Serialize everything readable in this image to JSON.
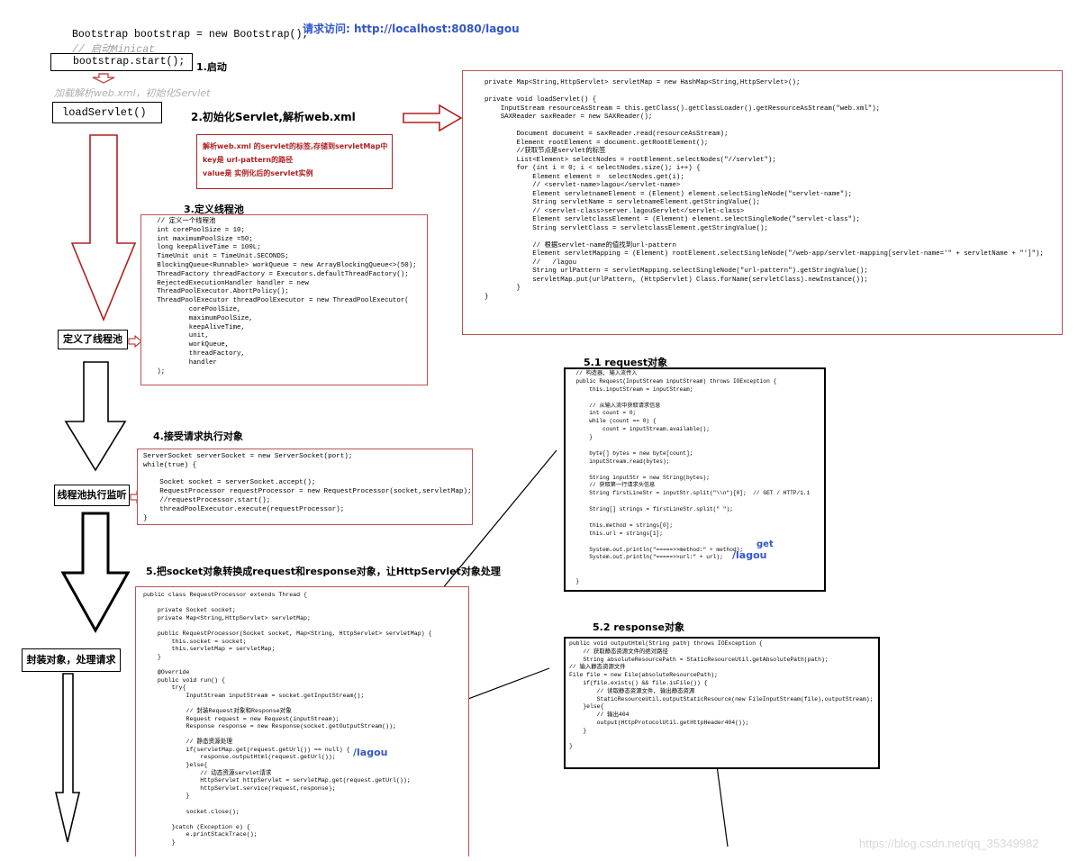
{
  "top_code": {
    "line1": "Bootstrap bootstrap = new Bootstrap();",
    "comment": "// 启动Minicat",
    "start_call": "bootstrap.start();"
  },
  "request_url": "请求访问: http://localhost:8080/lagou",
  "steps": {
    "s1": "1.启动",
    "s2": "2.初始化Servlet,解析web.xml",
    "s3": "3.定义线程池",
    "s4": "4.接受请求执行对象",
    "s5": "5.把socket对象转换成request和response对象，让HttpServlet对象处理",
    "s51": "5.1  request对象",
    "s52": "5.2  response对象"
  },
  "notes": {
    "load_note": "加载解析web.xml，初始化Servlet",
    "lagou1": "/lagou",
    "lagou2": "/lagou",
    "get": "get",
    "watermark": "https://blog.csdn.net/qq_35349982"
  },
  "flow_boxes": {
    "load_servlet": "loadServlet()",
    "thread_pool": "定义了线程池",
    "listen": "线程池执行监听",
    "wrap": "封装对象，处理请求"
  },
  "explain_box": [
    "解析web.xml 的servlet的标签,存储到servletMap中",
    "key是 url-pattern的路径",
    "value是 实例化后的servlet实例"
  ],
  "code_blocks": {
    "load_servlet": [
      "private Map<String,HttpServlet> servletMap = new HashMap<String,HttpServlet>();",
      "",
      "private void loadServlet() {",
      "    InputStream resourceAsStream = this.getClass().getClassLoader().getResourceAsStream(\"web.xml\");",
      "    SAXReader saxReader = new SAXReader();",
      "",
      "        Document document = saxReader.read(resourceAsStream);",
      "        Element rootElement = document.getRootElement();",
      "        //获取节点是servlet的标签",
      "        List<Element> selectNodes = rootElement.selectNodes(\"//servlet\");",
      "        for (int i = 0; i < selectNodes.size(); i++) {",
      "            Element element =  selectNodes.get(i);",
      "            // <servlet-name>lagou</servlet-name>",
      "            Element servletnameElement = (Element) element.selectSingleNode(\"servlet-name\");",
      "            String servletName = servletnameElement.getStringValue();",
      "            // <servlet-class>server.lagouServlet</servlet-class>",
      "            Element servletclassElement = (Element) element.selectSingleNode(\"servlet-class\");",
      "            String servletClass = servletclassElement.getStringValue();",
      "",
      "            // 根据servlet-name的值找到url-pattern",
      "            Element servletMapping = (Element) rootElement.selectSingleNode(\"/web-app/servlet-mapping[servlet-name='\" + servletName + \"']\");",
      "            //   /lagou",
      "            String urlPattern = servletMapping.selectSingleNode(\"url-pattern\").getStringValue();",
      "            servletMap.put(urlPattern, (HttpServlet) Class.forName(servletClass).newInstance());",
      "        }",
      "}"
    ],
    "thread_pool": [
      "   // 定义一个线程池",
      "   int corePoolSize = 10;",
      "   int maximumPoolSize =50;",
      "   long keepAliveTime = 100L;",
      "   TimeUnit unit = TimeUnit.SECONDS;",
      "   BlockingQueue<Runnable> workQueue = new ArrayBlockingQueue<>(50);",
      "   ThreadFactory threadFactory = Executors.defaultThreadFactory();",
      "   RejectedExecutionHandler handler = new",
      "   ThreadPoolExecutor.AbortPolicy();",
      "   ThreadPoolExecutor threadPoolExecutor = new ThreadPoolExecutor(",
      "           corePoolSize,",
      "           maximumPoolSize,",
      "           keepAliveTime,",
      "           unit,",
      "           workQueue,",
      "           threadFactory,",
      "           handler",
      "   );"
    ],
    "server_socket": [
      "ServerSocket serverSocket = new ServerSocket(port);",
      "while(true) {",
      "",
      "    Socket socket = serverSocket.accept();",
      "    RequestProcessor requestProcessor = new RequestProcessor(socket,servletMap);",
      "    //requestProcessor.start();",
      "    threadPoolExecutor.execute(requestProcessor);",
      "}"
    ],
    "request_processor": [
      "public class RequestProcessor extends Thread {",
      "",
      "    private Socket socket;",
      "    private Map<String,HttpServlet> servletMap;",
      "",
      "    public RequestProcessor(Socket socket, Map<String, HttpServlet> servletMap) {",
      "        this.socket = socket;",
      "        this.servletMap = servletMap;",
      "    }",
      "",
      "    @Override",
      "    public void run() {",
      "        try{",
      "            InputStream inputStream = socket.getInputStream();",
      "",
      "            // 封装Request对象和Response对象",
      "            Request request = new Request(inputStream);",
      "            Response response = new Response(socket.getOutputStream());",
      "",
      "            // 静态资源处理",
      "            if(servletMap.get(request.getUrl()) == null) {",
      "                response.outputHtml(request.getUrl());",
      "            }else{",
      "                // 动态资源servlet请求",
      "                HttpServlet httpServlet = servletMap.get(request.getUrl());",
      "                httpServlet.service(request,response);",
      "            }",
      "",
      "            socket.close();",
      "",
      "        }catch (Exception e) {",
      "            e.printStackTrace();",
      "        }"
    ],
    "request_obj": [
      "  // 构造器, 输入流传入",
      "  public Request(InputStream inputStream) throws IOException {",
      "      this.inputStream = inputStream;",
      "",
      "      // 从输入流中获取请求信息",
      "      int count = 0;",
      "      while (count == 0) {",
      "          count = inputStream.available();",
      "      }",
      "",
      "      byte[] bytes = new byte[count];",
      "      inputStream.read(bytes);",
      "",
      "      String inputStr = new String(bytes);",
      "      // 获取第一行请求头信息",
      "      String firstLineStr = inputStr.split(\"\\\\n\")[0];  // GET / HTTP/1.1",
      "",
      "      String[] strings = firstLineStr.split(\" \");",
      "",
      "      this.method = strings[0];",
      "      this.url = strings[1];",
      "",
      "      System.out.println(\"=====>>method:\" + method);",
      "      System.out.println(\"=====>>url:\" + url);",
      "",
      "",
      "  }"
    ],
    "response_obj": [
      "public void outputHtml(String path) throws IOException {",
      "    // 获取静态资源文件的绝对路径",
      "    String absoluteResourcePath = StaticResourceUtil.getAbsolutePath(path);",
      "// 输入静态资源文件",
      "File file = new File(absoluteResourcePath);",
      "    if(file.exists() && file.isFile()) {",
      "        // 读取静态资源文件, 输出静态资源",
      "        StaticResourceUtil.outputStaticResource(new FileInputStream(file),outputStream);",
      "    }else{",
      "        // 输出404",
      "        output(HttpProtocolUtil.getHttpHeader404());",
      "    }",
      "",
      "}"
    ]
  }
}
